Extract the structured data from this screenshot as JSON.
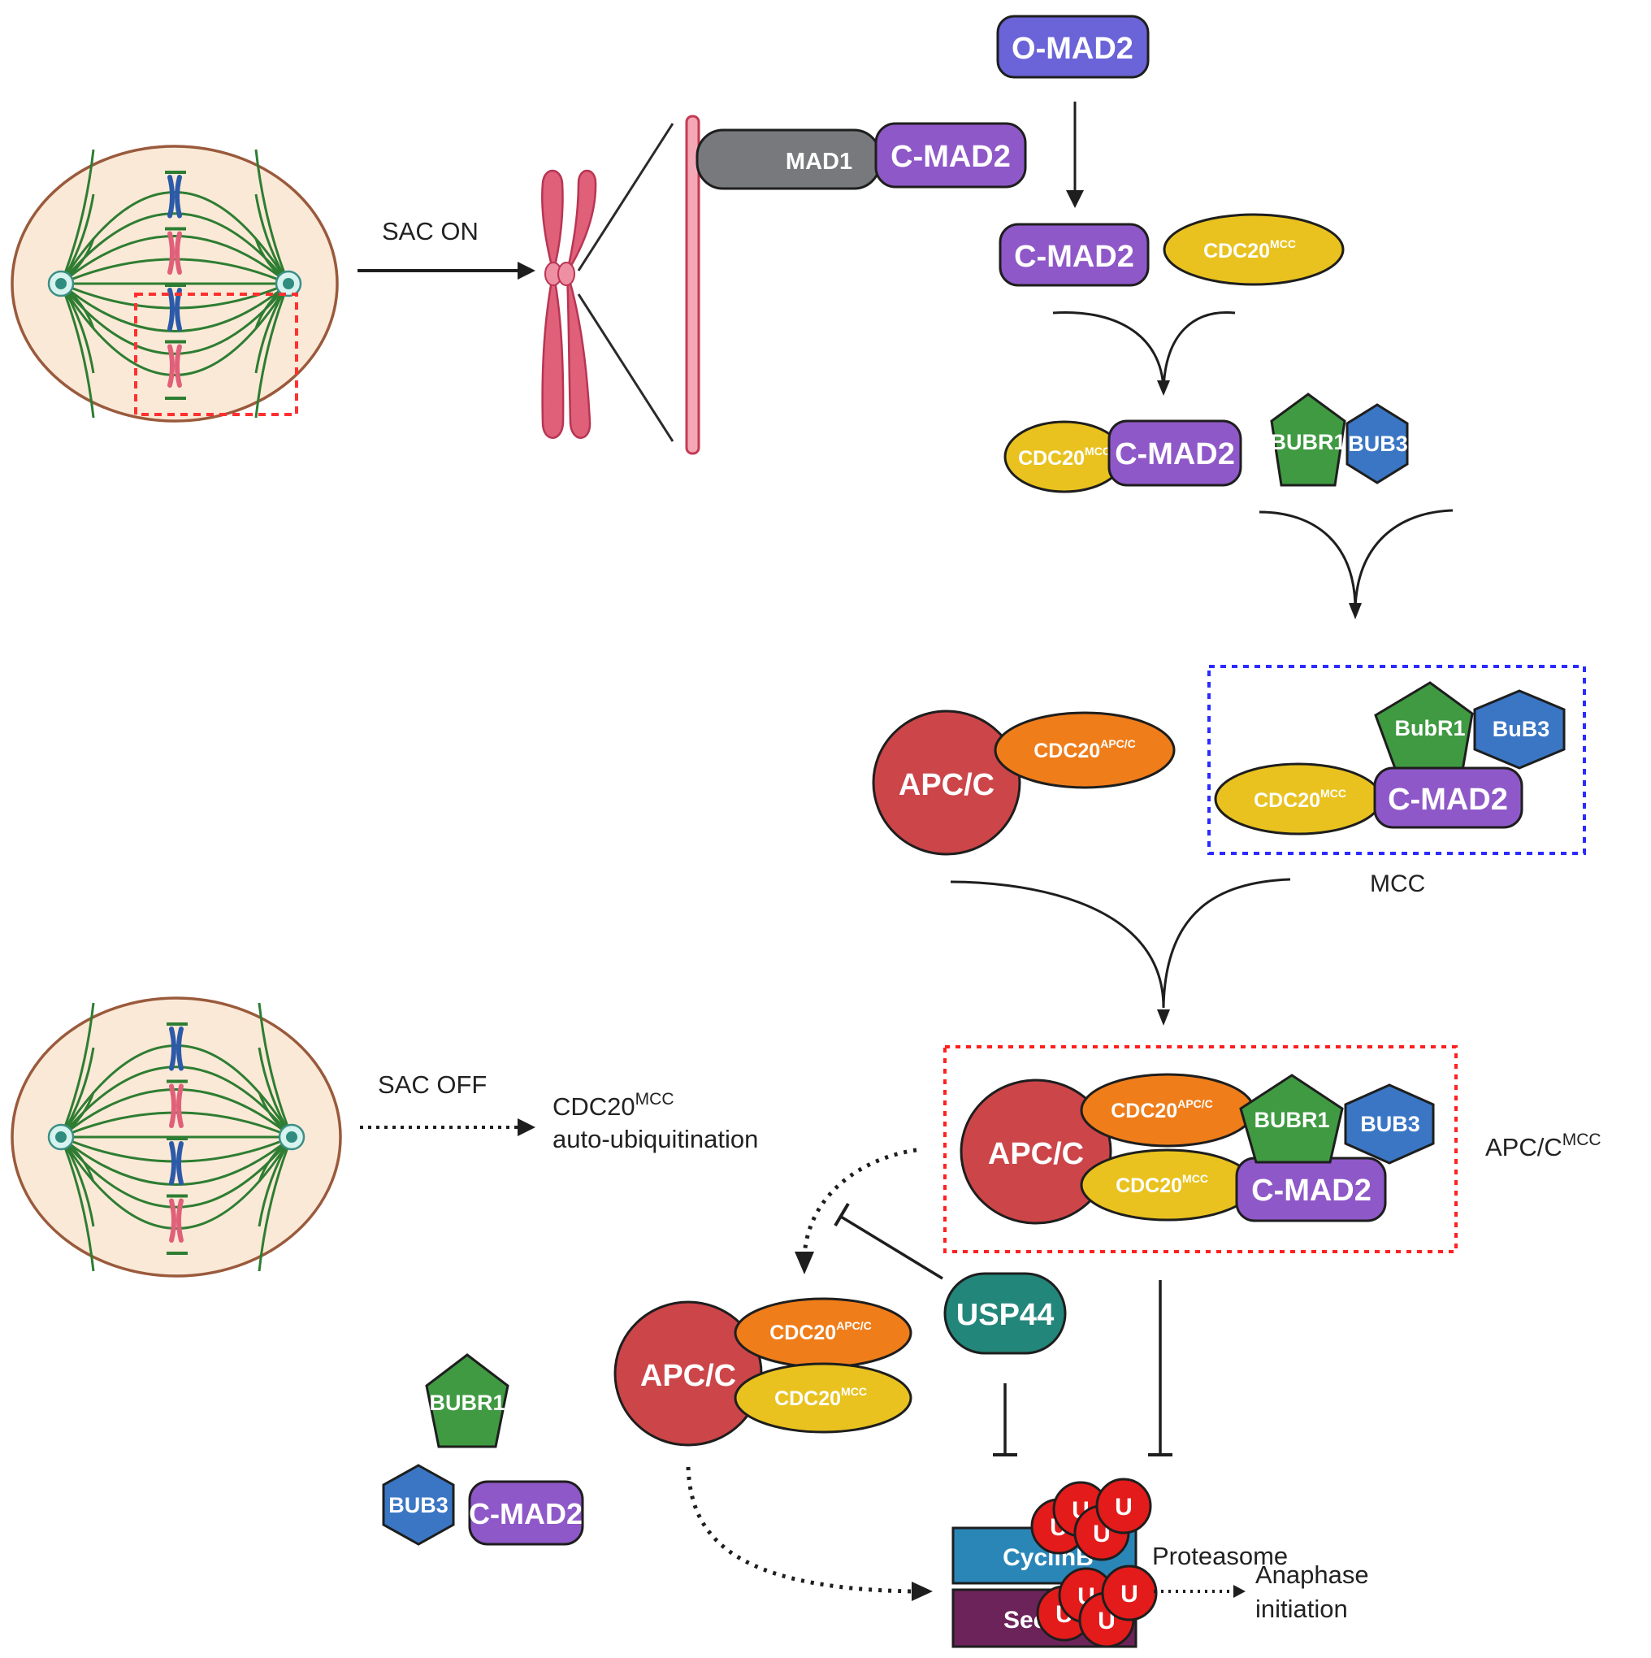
{
  "colors": {
    "o_mad2": "#6a64d8",
    "c_mad2": "#8f58c8",
    "mad1": "#77797c",
    "cdc20_mcc": "#e9c21f",
    "cdc20_apcc": "#ef7d1a",
    "apcc": "#cc4549",
    "bubr1": "#3f9a42",
    "bub3": "#3a76c4",
    "usp44": "#23867a",
    "cyclinb": "#2b86b8",
    "securin": "#6c2359",
    "ubiquitin": "#e31b1b",
    "chromosome": "#e0607a",
    "chromosome_blue": "#2c5aa8",
    "spindle": "#2e7d32",
    "cell_fill": "#fbe9d7",
    "cell_border": "#9a5a3c",
    "mcc_box": "#2b2bff",
    "apcc_mcc_box": "#ff2020",
    "zoom_box": "#ff3030"
  },
  "labels": {
    "sac_on": "SAC ON",
    "sac_off": "SAC OFF",
    "cdc20_base": "CDC20",
    "sup_mcc": "MCC",
    "sup_apcc": "APC/C",
    "auto_ubiquitination": "auto-ubiquitination",
    "mcc": "MCC",
    "apcc_mcc_base": "APC/C",
    "proteasome": "Proteasome",
    "anaphase": "Anaphase",
    "initiation": "initiation"
  },
  "proteins": {
    "o_mad2": "O-MAD2",
    "c_mad2": "C-MAD2",
    "mad1": "MAD1",
    "apcc": "APC/C",
    "bubr1": "BUBR1",
    "bub3": "BUB3",
    "bubr1_mcc": "BubR1",
    "bub3_mcc": "BuB3",
    "usp44": "USP44",
    "cyclinb": "CyclinB",
    "securin": "Securin",
    "ubiquitin": "U"
  }
}
